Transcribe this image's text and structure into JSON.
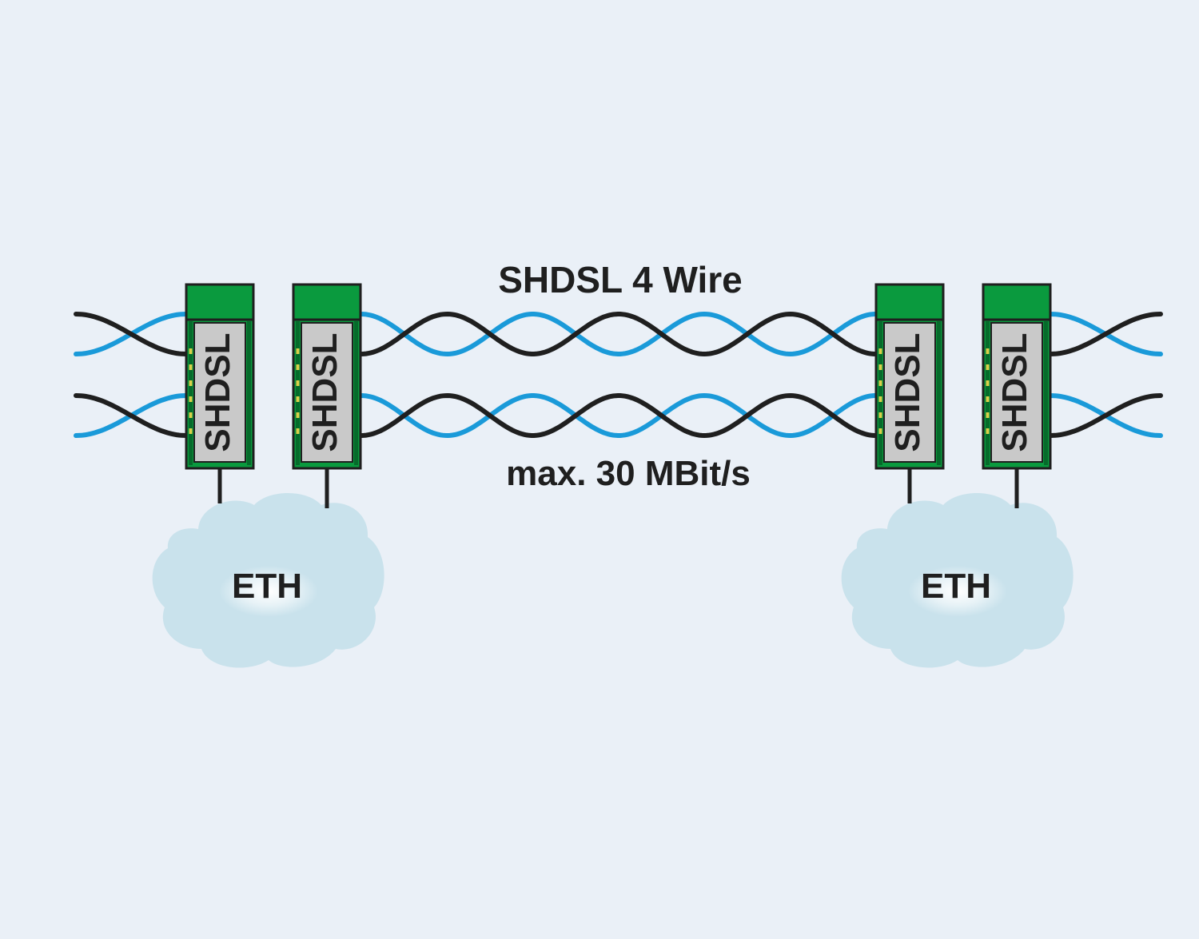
{
  "diagram": {
    "top_label": "SHDSL 4 Wire",
    "bottom_label": "max. 30 MBit/s",
    "colors": {
      "background": "#eaf0f7",
      "module_green": "#0a9a3e",
      "module_panel": "#c9c9c9",
      "wire_black": "#1f1f1f",
      "wire_blue": "#1a9ad9",
      "cloud": "#c9e2ec"
    },
    "modules": [
      {
        "label": "SHDSL"
      },
      {
        "label": "SHDSL"
      },
      {
        "label": "SHDSL"
      },
      {
        "label": "SHDSL"
      }
    ],
    "clouds": [
      {
        "label": "ETH"
      },
      {
        "label": "ETH"
      }
    ]
  }
}
